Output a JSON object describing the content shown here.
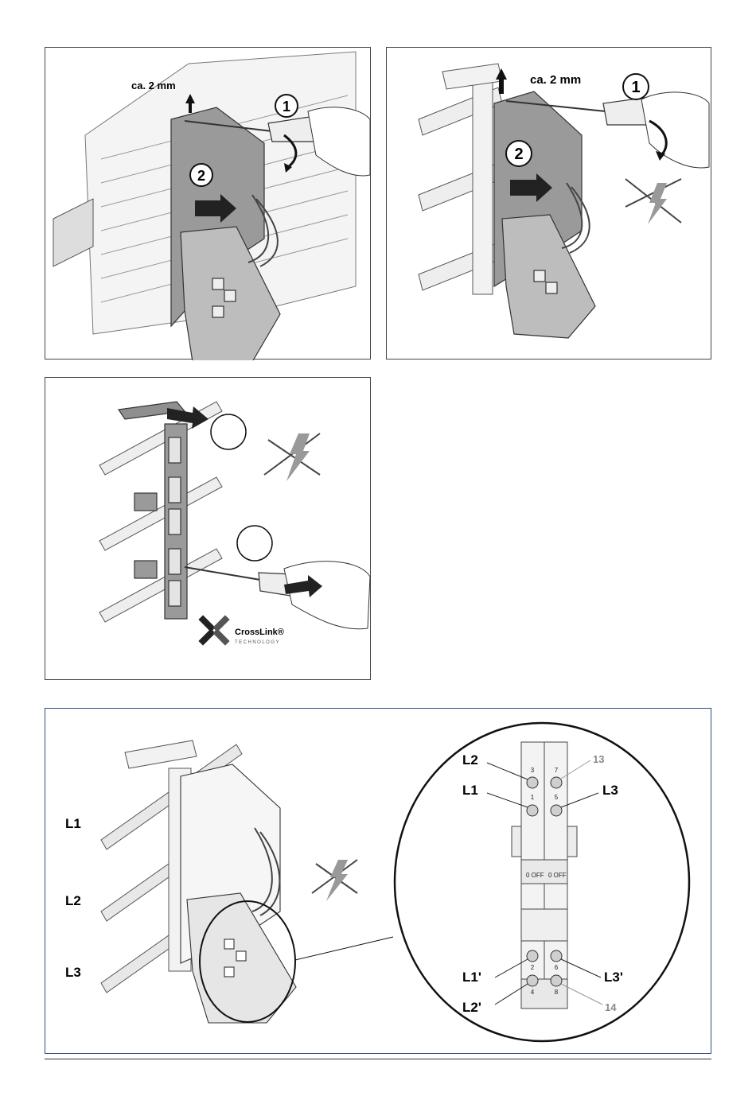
{
  "panel1": {
    "gap_label": "ca. 2 mm",
    "step1": "1",
    "step2": "2"
  },
  "panel2": {
    "gap_label": "ca. 2 mm",
    "step1": "1",
    "step2": "2"
  },
  "panel3": {
    "logo_name": "CrossLink®",
    "logo_sub": "TECHNOLOGY"
  },
  "panel4": {
    "bars": [
      "L1",
      "L2",
      "L3"
    ],
    "terminals": {
      "top_left": "L2",
      "mid_left": "L1",
      "top_right_gray": "13",
      "mid_right": "L3",
      "bottom_left_1": "L1'",
      "bottom_left_2": "L2'",
      "bottom_right_1": "L3'",
      "bottom_right_gray": "14"
    },
    "screw_numbers": [
      "3",
      "7",
      "1",
      "5",
      "2",
      "6",
      "4",
      "8"
    ],
    "switch_labels": [
      "0 OFF",
      "0 OFF"
    ]
  }
}
